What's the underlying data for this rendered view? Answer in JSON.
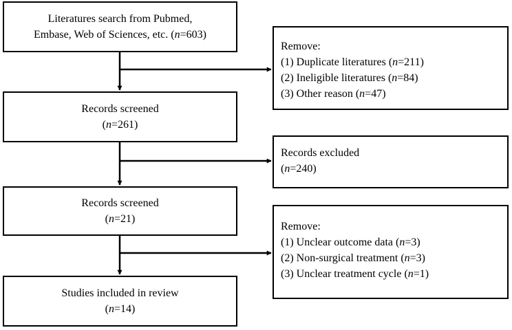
{
  "main_boxes": [
    {
      "id": "search",
      "lines": [
        {
          "text": "Literatures search from Pubmed,"
        },
        {
          "text": "Embase, Web of Sciences, etc. (",
          "n": "n",
          "rest": "=603)"
        }
      ]
    },
    {
      "id": "screened-1",
      "lines": [
        {
          "text": "Records screened"
        },
        {
          "text": "(",
          "n": "n",
          "rest": "=261)"
        }
      ]
    },
    {
      "id": "screened-2",
      "lines": [
        {
          "text": "Records screened"
        },
        {
          "text": "(",
          "n": "n",
          "rest": "=21)"
        }
      ]
    },
    {
      "id": "included",
      "lines": [
        {
          "text": "Studies included in review"
        },
        {
          "text": "(",
          "n": "n",
          "rest": "=14)"
        }
      ]
    }
  ],
  "side_boxes": [
    {
      "id": "remove-1",
      "lines": [
        {
          "text": "Remove:"
        },
        {
          "text": "(1) Duplicate literatures (",
          "n": "n",
          "rest": "=211)"
        },
        {
          "text": "(2) Ineligible literatures (",
          "n": "n",
          "rest": "=84)"
        },
        {
          "text": "(3) Other reason (",
          "n": "n",
          "rest": "=47)"
        }
      ]
    },
    {
      "id": "excluded",
      "lines": [
        {
          "text": "Records excluded"
        },
        {
          "text": "(",
          "n": "n",
          "rest": "=240)"
        }
      ]
    },
    {
      "id": "remove-2",
      "lines": [
        {
          "text": "Remove:"
        },
        {
          "text": "(1) Unclear outcome data (",
          "n": "n",
          "rest": "=3)"
        },
        {
          "text": "(2) Non-surgical treatment (",
          "n": "n",
          "rest": "=3)"
        },
        {
          "text": "(3) Unclear treatment cycle (",
          "n": "n",
          "rest": "=1)"
        }
      ]
    }
  ]
}
